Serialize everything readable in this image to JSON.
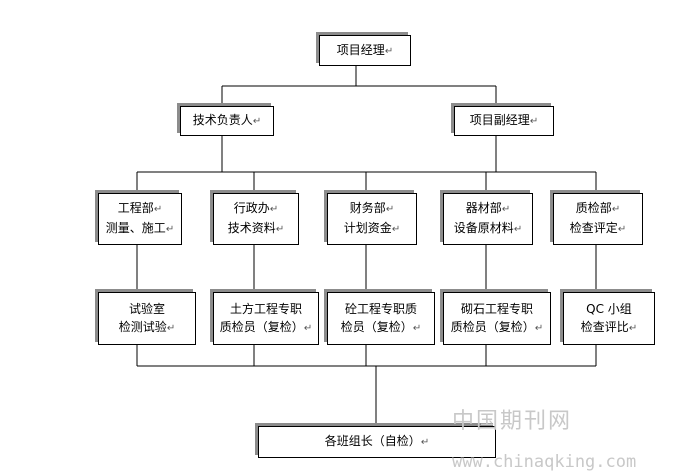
{
  "nodes": {
    "pm": {
      "lines": [
        "项目经理"
      ]
    },
    "tech_lead": {
      "lines": [
        "技术负责人"
      ]
    },
    "deputy_pm": {
      "lines": [
        "项目副经理"
      ]
    },
    "eng_dept": {
      "lines": [
        "工程部",
        "测量、施工"
      ]
    },
    "admin_office": {
      "lines": [
        "行政办",
        "技术资料"
      ]
    },
    "finance_dept": {
      "lines": [
        "财务部",
        "计划资金"
      ]
    },
    "equipment_dept": {
      "lines": [
        "器材部",
        "设备原材料"
      ]
    },
    "qc_dept": {
      "lines": [
        "质检部",
        "检查评定"
      ]
    },
    "lab": {
      "lines": [
        "试验室",
        "检测试验"
      ]
    },
    "earthwork_qc": {
      "lines": [
        "土方工程专职",
        "质检员（复检）"
      ]
    },
    "concrete_qc": {
      "lines": [
        "砼工程专职质",
        "检员（复检）"
      ]
    },
    "masonry_qc": {
      "lines": [
        "砌石工程专职",
        "质检员（复检）"
      ]
    },
    "qc_group": {
      "lines": [
        "QC 小组",
        "检查评比"
      ]
    },
    "team_leaders": {
      "lines": [
        "各班组长（自检）"
      ]
    }
  },
  "watermark": {
    "site_name": "中国期刊网",
    "url": "www.chinaqking.com"
  }
}
